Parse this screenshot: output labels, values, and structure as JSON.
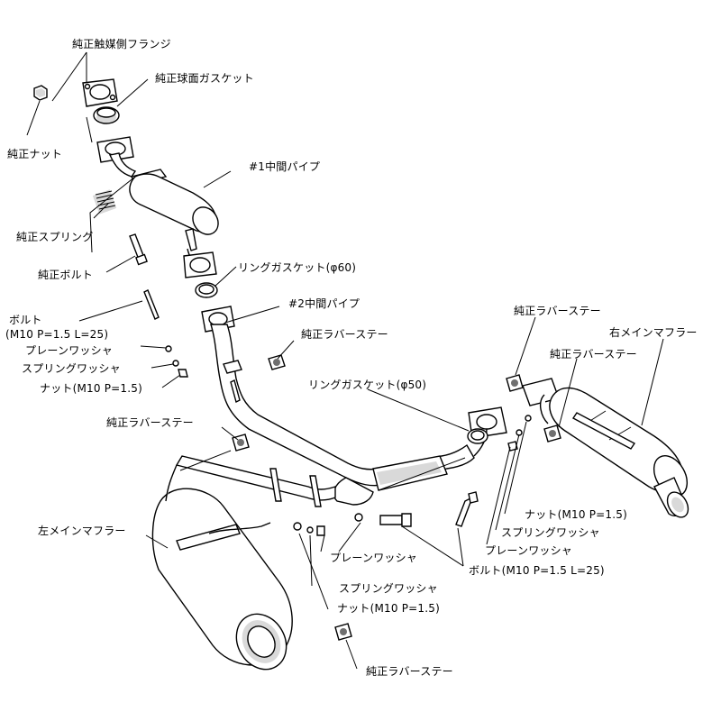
{
  "labels": {
    "cat_flange": "純正触媒側フランジ",
    "spherical_gasket": "純正球面ガスケット",
    "nut_stock": "純正ナット",
    "mid_pipe_1": "#1中間パイプ",
    "spring_stock": "純正スプリング",
    "bolt_stock": "純正ボルト",
    "ring_gasket_60": "リングガスケット(φ60)",
    "mid_pipe_2": "#2中間パイプ",
    "bolt_left": "ボルト",
    "bolt_left_spec": "(M10 P=1.5 L=25)",
    "plain_washer_left": "プレーンワッシャ",
    "spring_washer_left": "スプリングワッシャ",
    "nut_left": "ナット(M10 P=1.5)",
    "rubber_stay_mid": "純正ラバーステー",
    "ring_gasket_50": "リングガスケット(φ50)",
    "rubber_stay_right_top": "純正ラバーステー",
    "right_main_muffler": "右メインマフラー",
    "rubber_stay_right": "純正ラバーステー",
    "rubber_stay_left": "純正ラバーステー",
    "left_main_muffler": "左メインマフラー",
    "nut_right": "ナット(M10 P=1.5)",
    "spring_washer_right": "スプリングワッシャ",
    "plain_washer_right": "プレーンワッシャ",
    "plain_washer_bottom": "プレーンワッシャ",
    "bolt_bottom": "ボルト(M10 P=1.5 L=25)",
    "spring_washer_bottom": "スプリングワッシャ",
    "nut_bottom": "ナット(M10 P=1.5)",
    "rubber_stay_bottom": "純正ラバーステー"
  }
}
